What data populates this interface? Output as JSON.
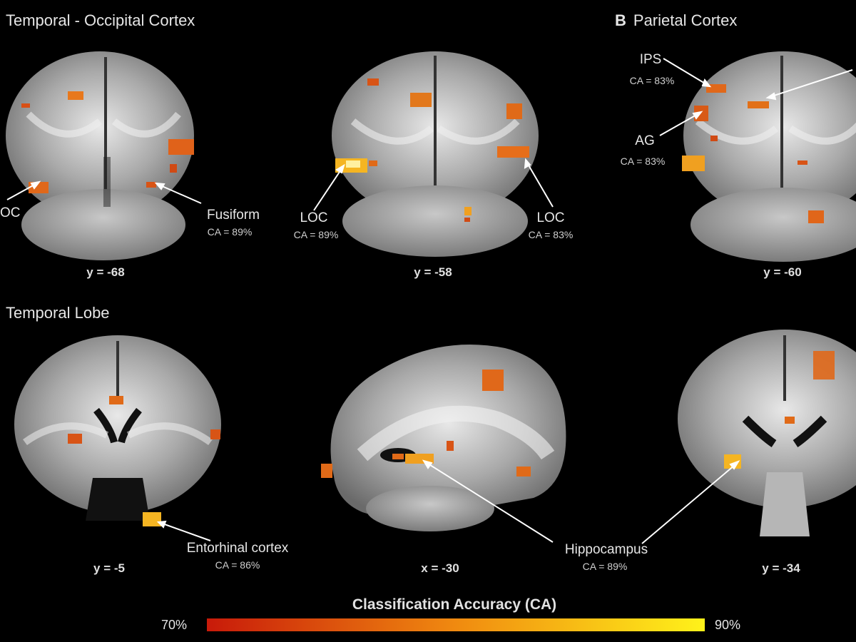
{
  "panels": {
    "a_title": "Temporal - Occipital Cortex",
    "b_letter": "B",
    "b_title": "Parietal Cortex",
    "c_title": "Temporal Lobe"
  },
  "labels": {
    "loc_left_partial": "OC",
    "fusiform": "Fusiform",
    "fusiform_ca": "CA = 89%",
    "loc_1": "LOC",
    "loc_1_ca": "CA = 89%",
    "loc_2": "LOC",
    "loc_2_ca": "CA = 83%",
    "ips": "IPS",
    "ips_ca": "CA = 83%",
    "ag": "AG",
    "ag_ca": "CA = 83%",
    "entorhinal": "Entorhinal cortex",
    "entorhinal_ca": "CA = 86%",
    "hippocampus": "Hippocampus",
    "hippocampus_ca": "CA = 89%"
  },
  "coords": {
    "s1": "y = -68",
    "s2": "y = -58",
    "s3": "y = -60",
    "s4": "y = -5",
    "s5": "x = -30",
    "s6": "y = -34"
  },
  "scale": {
    "title": "Classification Accuracy (CA)",
    "min_label": "70%",
    "max_label": "90%",
    "color_low": "#c81a0a",
    "color_mid": "#f08a10",
    "color_high": "#fff21a"
  }
}
